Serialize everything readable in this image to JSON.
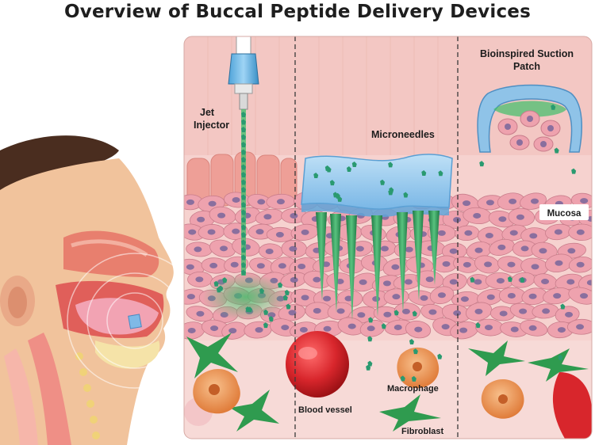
{
  "title": "Overview of Buccal Peptide Delivery Devices",
  "panels": {
    "jet": {
      "label_line1": "Jet",
      "label_line2": "Injector"
    },
    "micro": {
      "label": "Microneedles"
    },
    "suction": {
      "label_line1": "Bioinspired Suction",
      "label_line2": "Patch"
    }
  },
  "labels": {
    "mucosa": "Mucosa",
    "macrophage": "Macrophage",
    "blood_vessel": "Blood vessel",
    "fibroblast": "Fibroblast"
  },
  "colors": {
    "background_tissue": "#f6d2cf",
    "cell_fill": "#eea2ae",
    "nucleus": "#8a6f9e",
    "epithelium": "#ee9f97",
    "microneedle_patch": "#8fc6ee",
    "needle": "#3fa86a",
    "blood_vessel": "#d8262c",
    "macrophage": "#f2a25e",
    "fibroblast": "#2f9b4f",
    "peptide": "#2a9a70"
  }
}
